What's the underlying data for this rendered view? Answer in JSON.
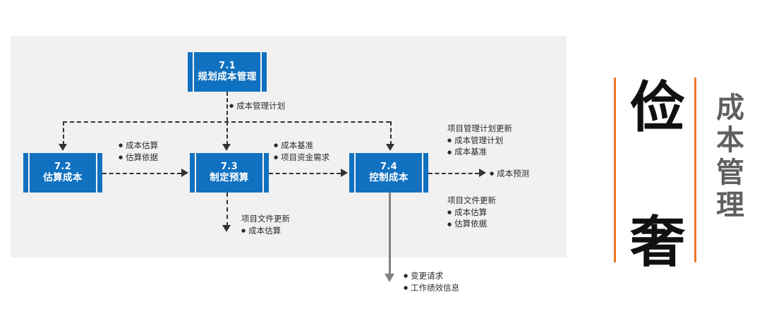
{
  "diagram": {
    "title_hidden": "",
    "processes": [
      {
        "id": "7.1",
        "number": "7.1",
        "name": "规划成本管理"
      },
      {
        "id": "7.2",
        "number": "7.2",
        "name": "估算成本"
      },
      {
        "id": "7.3",
        "number": "7.3",
        "name": "制定预算"
      },
      {
        "id": "7.4",
        "number": "7.4",
        "name": "控制成本"
      }
    ],
    "annotations": {
      "cost_mgmt_plan": {
        "bullets": [
          "成本管理计划"
        ]
      },
      "from_72": {
        "bullets": [
          "成本估算",
          "估算依据"
        ]
      },
      "from_73": {
        "bullets": [
          "成本基准",
          "项目资金需求"
        ]
      },
      "below_73": {
        "header": "项目文件更新",
        "bullets": [
          "成本估算"
        ]
      },
      "pm_plan_updates": {
        "header": "项目管理计划更新",
        "bullets": [
          "成本管理计划",
          "成本基准"
        ]
      },
      "forecast": {
        "bullets": [
          "成本预测"
        ]
      },
      "doc_updates_74": {
        "header": "项目文件更新",
        "bullets": [
          "成本估算",
          "估算依据"
        ]
      },
      "bottom_outputs": {
        "bullets": [
          "变更请求",
          "工作绩效信息"
        ]
      }
    }
  },
  "right_panel": {
    "char_top": "俭",
    "char_bottom": "奢",
    "subtitle_chars": [
      "成",
      "本",
      "管",
      "理"
    ],
    "accent_color": "#ee7722",
    "box_color": "#1071c0",
    "panel_bg": "#f1f1f1"
  }
}
